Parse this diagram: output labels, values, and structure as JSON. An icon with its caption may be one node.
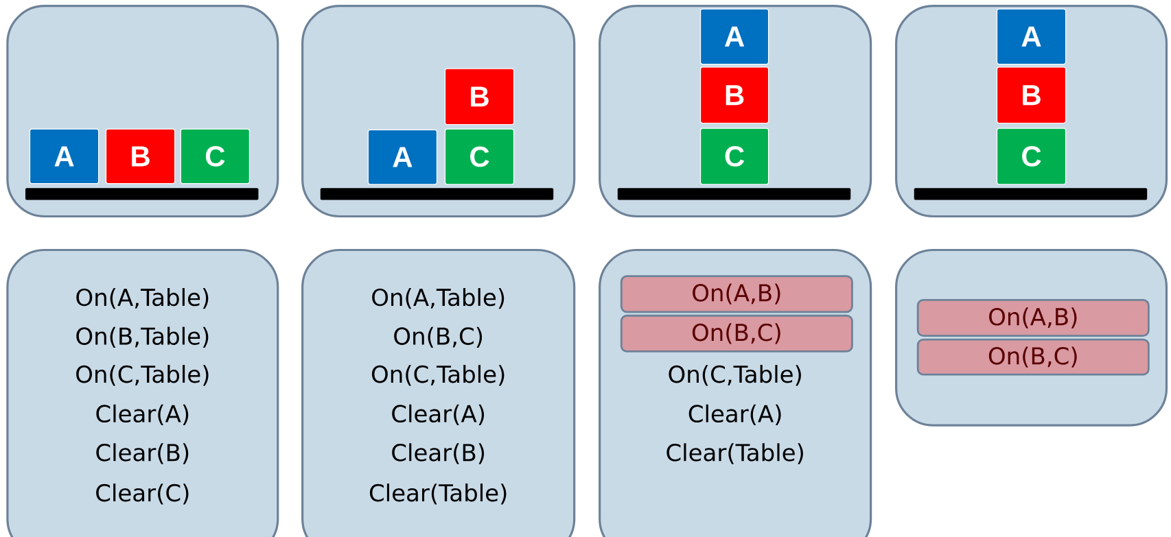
{
  "diagram": {
    "nodes": [
      {
        "text": [],
        "shape": "box"
      },
      {
        "text": [
          "A"
        ],
        "in": 0
      },
      {
        "text": [
          "B"
        ],
        "in": 0
      },
      {
        "text": [
          "C"
        ],
        "in": 0
      },
      {
        "text": [],
        "shape": "box"
      },
      {
        "text": [
          "B"
        ],
        "in": 4
      },
      {
        "text": [
          "A"
        ],
        "in": 4
      },
      {
        "text": [
          "C"
        ],
        "in": 4
      },
      {
        "text": [],
        "shape": "box"
      },
      {
        "text": [
          "A"
        ],
        "in": 8
      },
      {
        "text": [
          "B"
        ],
        "in": 8
      },
      {
        "text": [
          "C"
        ],
        "in": 8
      },
      {
        "text": [],
        "shape": "box"
      },
      {
        "text": [
          "A"
        ],
        "in": 12
      },
      {
        "text": [
          "B"
        ],
        "in": 12
      },
      {
        "text": [
          "C"
        ],
        "in": 12
      },
      {
        "text": [
          "On(A,Table)",
          "On(B,Table)",
          "On(C,Table)",
          "Clear(A)",
          "Clear(B)",
          "Clear(C)"
        ]
      },
      {
        "text": [
          "On(A,Table)",
          "On(B,C)",
          "On(C,Table)",
          "Clear(A)",
          "Clear(B)",
          "Clear(Table)"
        ]
      },
      {
        "text": [
          "On(C,Table)",
          "Clear(A)",
          "Clear(Table)"
        ]
      },
      {
        "text": [
          "On(A,B)"
        ],
        "in": 18
      },
      {
        "text": [
          "On(B,C)"
        ],
        "in": 18
      },
      {
        "text": [],
        "shape": "box"
      },
      {
        "text": [
          "On(A,B)"
        ],
        "in": 21
      },
      {
        "text": [
          "On(B,C)"
        ],
        "in": 21
      },
      {
        "text": [],
        "shape": "bar",
        "in": 0
      },
      {
        "text": [],
        "shape": "bar",
        "in": 4
      },
      {
        "text": [],
        "shape": "bar",
        "in": 8
      },
      {
        "text": [],
        "shape": "bar",
        "in": 12
      }
    ]
  }
}
